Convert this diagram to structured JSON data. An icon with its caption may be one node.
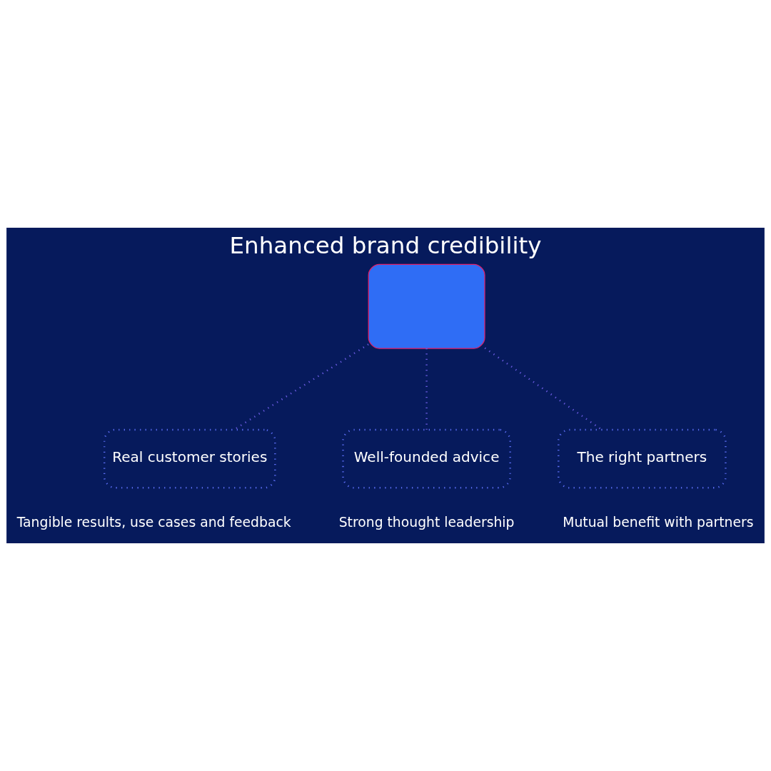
{
  "diagram": {
    "title": "Enhanced brand credibility",
    "nodes": [
      {
        "text": [],
        "shape": "box"
      },
      {
        "text": [
          "Real customer stories"
        ],
        "beside": [
          "Tangible results, use cases and feedback"
        ]
      },
      {
        "text": [
          "Well-founded advice"
        ],
        "beside": [
          "Strong thought leadership"
        ]
      },
      {
        "text": [
          "The right partners"
        ],
        "beside": [
          "Mutual benefit with partners"
        ]
      }
    ],
    "edges": [
      {
        "from": 0,
        "to": 1,
        "arrow": "none",
        "style": "dashed"
      },
      {
        "from": 0,
        "to": 2,
        "arrow": "none",
        "style": "dashed"
      },
      {
        "from": 0,
        "to": 3,
        "arrow": "none",
        "style": "dashed"
      }
    ]
  }
}
